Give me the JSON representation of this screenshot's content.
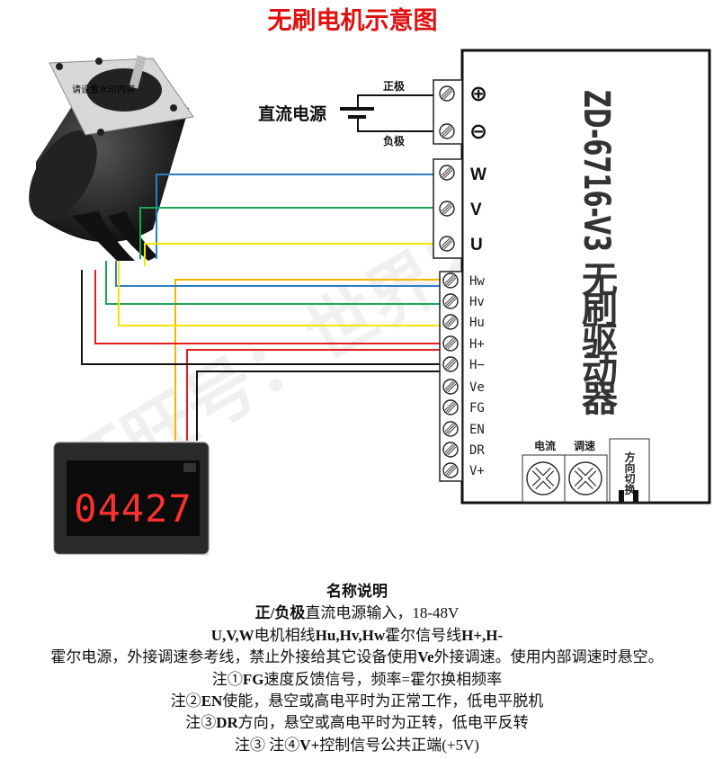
{
  "title": "无刷电机示意图",
  "watermark_small": "请设置水印内容",
  "watermark_large": "旺旺号：世界2011",
  "power": {
    "label": "直流电源",
    "positive": "正极",
    "negative": "负极"
  },
  "driver": {
    "model": "ZD-6716-V3",
    "name_chars": [
      "无",
      "刷",
      "驱",
      "动",
      "器"
    ],
    "power_terminals": [
      "⊕",
      "⊖"
    ],
    "phase_terminals": [
      "W",
      "V",
      "U"
    ],
    "signal_terminals": [
      "Hw",
      "Hv",
      "Hu",
      "H+",
      "H−",
      "Ve",
      "FG",
      "EN",
      "DR",
      "V+"
    ],
    "pot_current_label": "电流",
    "pot_speed_label": "调速",
    "direction_switch_label": "方向切换"
  },
  "meter": {
    "reading": "04427"
  },
  "wire_colors": {
    "blue": "#2a7fc4",
    "green": "#1fa35a",
    "yellow": "#f2e600",
    "orange": "#f5b800",
    "red": "#e02020",
    "black": "#111111"
  },
  "notes": {
    "heading": "名称说明",
    "lines": [
      [
        {
          "t": "正/负极",
          "b": true
        },
        {
          "t": "直流电源输入，18-48V"
        }
      ],
      [
        {
          "t": "U,V,W",
          "b": true
        },
        {
          "t": "电机相线"
        },
        {
          "t": "Hu,Hv,Hw",
          "b": true
        },
        {
          "t": "霍尔信号线"
        },
        {
          "t": "H+,H-",
          "b": true
        }
      ],
      [
        {
          "t": "霍尔电源，外接调速参考线，禁止外接给其它设备使用"
        },
        {
          "t": "Ve",
          "b": true
        },
        {
          "t": "外接调速。使用内部调速时悬空。"
        }
      ],
      [
        {
          "t": "注①"
        },
        {
          "t": "FG",
          "b": true
        },
        {
          "t": "速度反馈信号，频率=霍尔换相频率"
        }
      ],
      [
        {
          "t": "注②"
        },
        {
          "t": "EN",
          "b": true
        },
        {
          "t": "使能，悬空或高电平时为正常工作，低电平脱机"
        }
      ],
      [
        {
          "t": "注③"
        },
        {
          "t": "DR",
          "b": true
        },
        {
          "t": "方向，悬空或高电平时为正转，低电平反转"
        }
      ],
      [
        {
          "t": "注③ 注④"
        },
        {
          "t": "V+",
          "b": true
        },
        {
          "t": "控制信号公共正端(+5V)"
        }
      ]
    ]
  }
}
